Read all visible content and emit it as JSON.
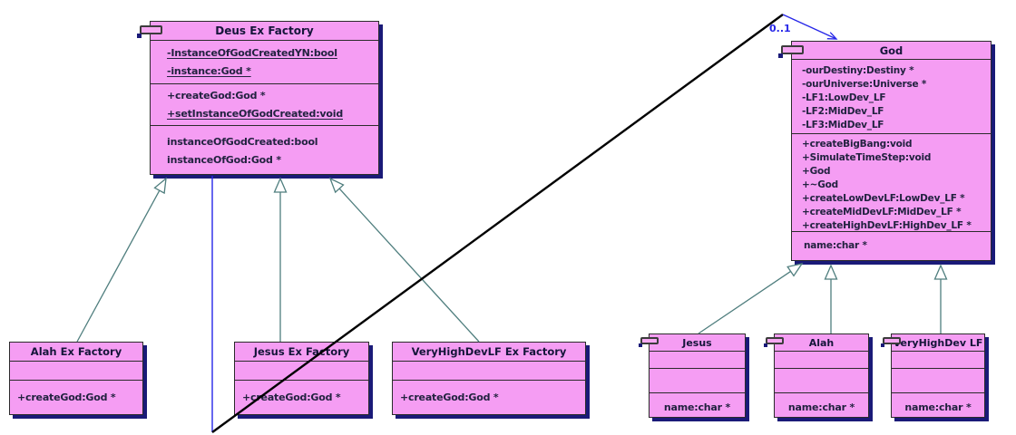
{
  "diagram": {
    "type": "uml-class-diagram",
    "multiplicity_label": "0..1",
    "colors": {
      "canvas": "#ffffff",
      "class_fill": "#f59df3",
      "class_border": "#2b2b2b",
      "class_shadow": "#1a1a78",
      "title_text": "#15153a",
      "member_text": "#222240",
      "inheritance_edge": "#4f7e7e",
      "association_edge_blue": "#2727e8",
      "association_edge_black": "#000000"
    },
    "classes": {
      "deus_factory": {
        "title": "Deus Ex Factory",
        "attributes": [
          "-InstanceOfGodCreatedYN:bool",
          "-instance:God *"
        ],
        "methods": [
          "+createGod:God *",
          "+setInstanceOfGodCreated:void"
        ],
        "properties": [
          "instanceOfGodCreated:bool",
          "instanceOfGod:God *"
        ]
      },
      "god": {
        "title": "God",
        "attributes": [
          "-ourDestiny:Destiny *",
          "-ourUniverse:Universe *",
          "-LF1:LowDev_LF",
          "-LF2:MidDev_LF",
          "-LF3:MidDev_LF"
        ],
        "methods": [
          "+createBigBang:void",
          "+SimulateTimeStep:void",
          "+God",
          "+~God",
          "+createLowDevLF:LowDev_LF *",
          "+createMidDevLF:MidDev_LF *",
          "+createHighDevLF:HighDev_LF *"
        ],
        "properties": [
          "name:char *"
        ]
      },
      "alah_factory": {
        "title": "Alah Ex Factory",
        "methods": [
          "+createGod:God *"
        ]
      },
      "jesus_factory": {
        "title": "Jesus Ex Factory",
        "methods": [
          "+createGod:God *"
        ]
      },
      "veryhighdev_factory": {
        "title": "VeryHighDevLF Ex Factory",
        "methods": [
          "+createGod:God *"
        ]
      },
      "jesus": {
        "title": "Jesus",
        "properties": [
          "name:char *"
        ]
      },
      "alah": {
        "title": "Alah",
        "properties": [
          "name:char *"
        ]
      },
      "veryhighdev": {
        "title": "VeryHighDev LF",
        "properties": [
          "name:char *"
        ]
      }
    }
  }
}
